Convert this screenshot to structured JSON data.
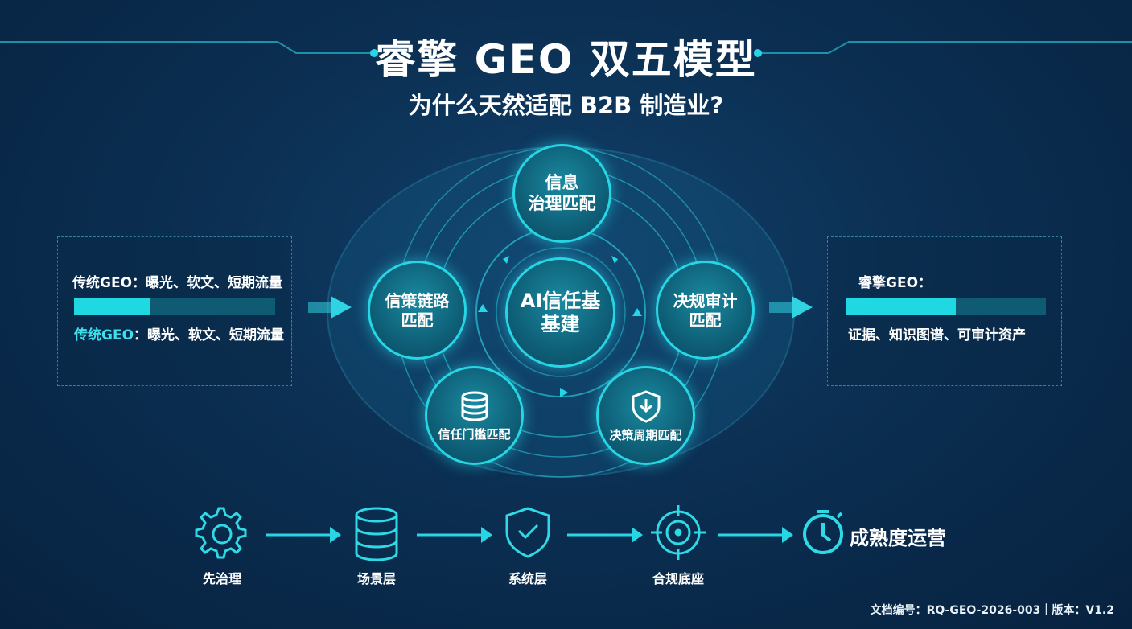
{
  "header": {
    "title": "睿擎 GEO 双五模型",
    "subtitle": "为什么天然适配 B2B 制造业?"
  },
  "left_panel": {
    "top_text": "传统GEO：曝光、软文、短期流量",
    "bottom_label": "传统GEO",
    "bottom_text": "：曝光、软文、短期流量",
    "progress": 0.38
  },
  "right_panel": {
    "top_text": "睿擎GEO：",
    "bottom_text": "证据、知识图谱、可审计资产",
    "progress": 0.55
  },
  "center": {
    "core": "AI信任基\n基建",
    "nodes": [
      {
        "label": "信息\n治理匹配"
      },
      {
        "label": "信策链路\n匹配"
      },
      {
        "label": "决规审计\n匹配"
      },
      {
        "label": "信任门槛匹配",
        "icon": "database-icon"
      },
      {
        "label": "决策周期匹配",
        "icon": "shield-download-icon"
      }
    ]
  },
  "flow": {
    "steps": [
      {
        "label": "先治理",
        "icon": "gear-icon"
      },
      {
        "label": "场景层",
        "icon": "database-icon"
      },
      {
        "label": "系统层",
        "icon": "shield-check-icon"
      },
      {
        "label": "合规底座",
        "icon": "crosshair-icon"
      }
    ],
    "final_label": "成熟度运营",
    "final_icon": "stopwatch-icon"
  },
  "footer": {
    "text": "文档编号：RQ-GEO-2026-003｜版本：V1.2"
  },
  "colors": {
    "accent": "#26d6e4",
    "background": "#0b2f52",
    "bar_track": "#0e5b73"
  }
}
